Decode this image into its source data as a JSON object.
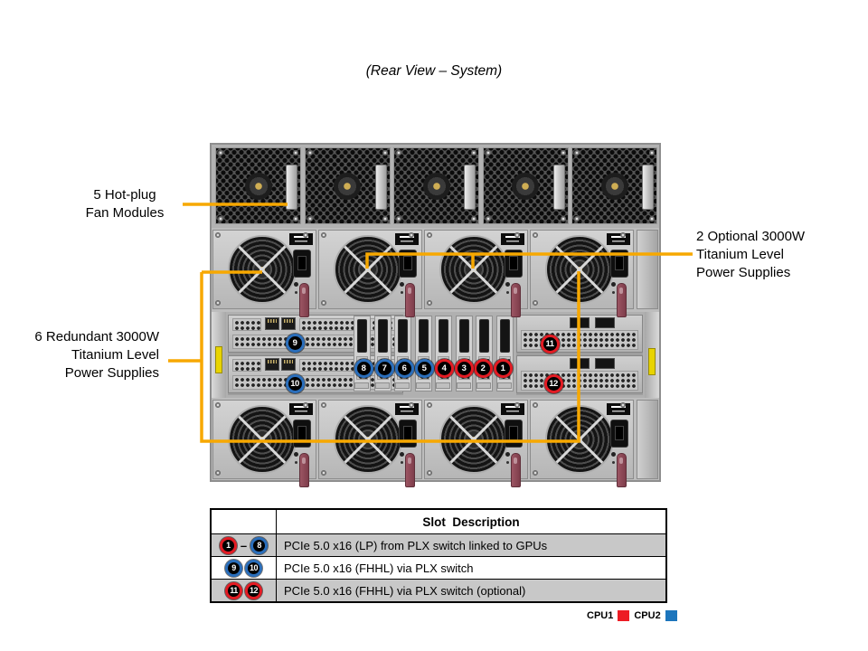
{
  "title": "(Rear View – System)",
  "colors": {
    "cpu1_red": "#E31B23",
    "cpu2_blue": "#2A6EBB",
    "callout_yellow": "#F7A800",
    "table_row_shade": "#C8C8C8"
  },
  "callouts": {
    "fans": "5 Hot-plug\nFan Modules",
    "optional_psu": "2 Optional 3000W\nTitanium Level\nPower Supplies",
    "redundant_psu": "6 Redundant 3000W\nTitanium Level\nPower Supplies"
  },
  "chassis": {
    "fan_count": 5,
    "psu_top_count": 4,
    "psu_bottom_count": 4,
    "pcie_bracket_count": 8,
    "slot_badges": [
      {
        "n": "1",
        "color": "red"
      },
      {
        "n": "2",
        "color": "red"
      },
      {
        "n": "3",
        "color": "red"
      },
      {
        "n": "4",
        "color": "red"
      },
      {
        "n": "5",
        "color": "blue"
      },
      {
        "n": "6",
        "color": "blue"
      },
      {
        "n": "7",
        "color": "blue"
      },
      {
        "n": "8",
        "color": "blue"
      },
      {
        "n": "9",
        "color": "blue"
      },
      {
        "n": "10",
        "color": "blue"
      },
      {
        "n": "11",
        "color": "red"
      },
      {
        "n": "12",
        "color": "red"
      }
    ]
  },
  "slot_table": {
    "header": "Slot  Description",
    "rows": [
      {
        "badges": [
          {
            "n": "1",
            "color": "red"
          },
          {
            "n": "8",
            "color": "blue"
          }
        ],
        "range_dash": "–",
        "desc": "PCIe 5.0 x16 (LP) from PLX switch linked to GPUs",
        "shaded": true
      },
      {
        "badges": [
          {
            "n": "9",
            "color": "blue"
          },
          {
            "n": "10",
            "color": "blue"
          }
        ],
        "range_dash": "",
        "desc": "PCIe 5.0 x16 (FHHL) via PLX switch",
        "shaded": false
      },
      {
        "badges": [
          {
            "n": "11",
            "color": "red"
          },
          {
            "n": "12",
            "color": "red"
          }
        ],
        "range_dash": "",
        "desc": "PCIe 5.0 x16 (FHHL) via PLX switch (optional)",
        "shaded": true
      }
    ]
  },
  "legend": [
    {
      "label": "CPU1",
      "color": "#ED1C24"
    },
    {
      "label": "CPU2",
      "color": "#1C75BC"
    }
  ]
}
